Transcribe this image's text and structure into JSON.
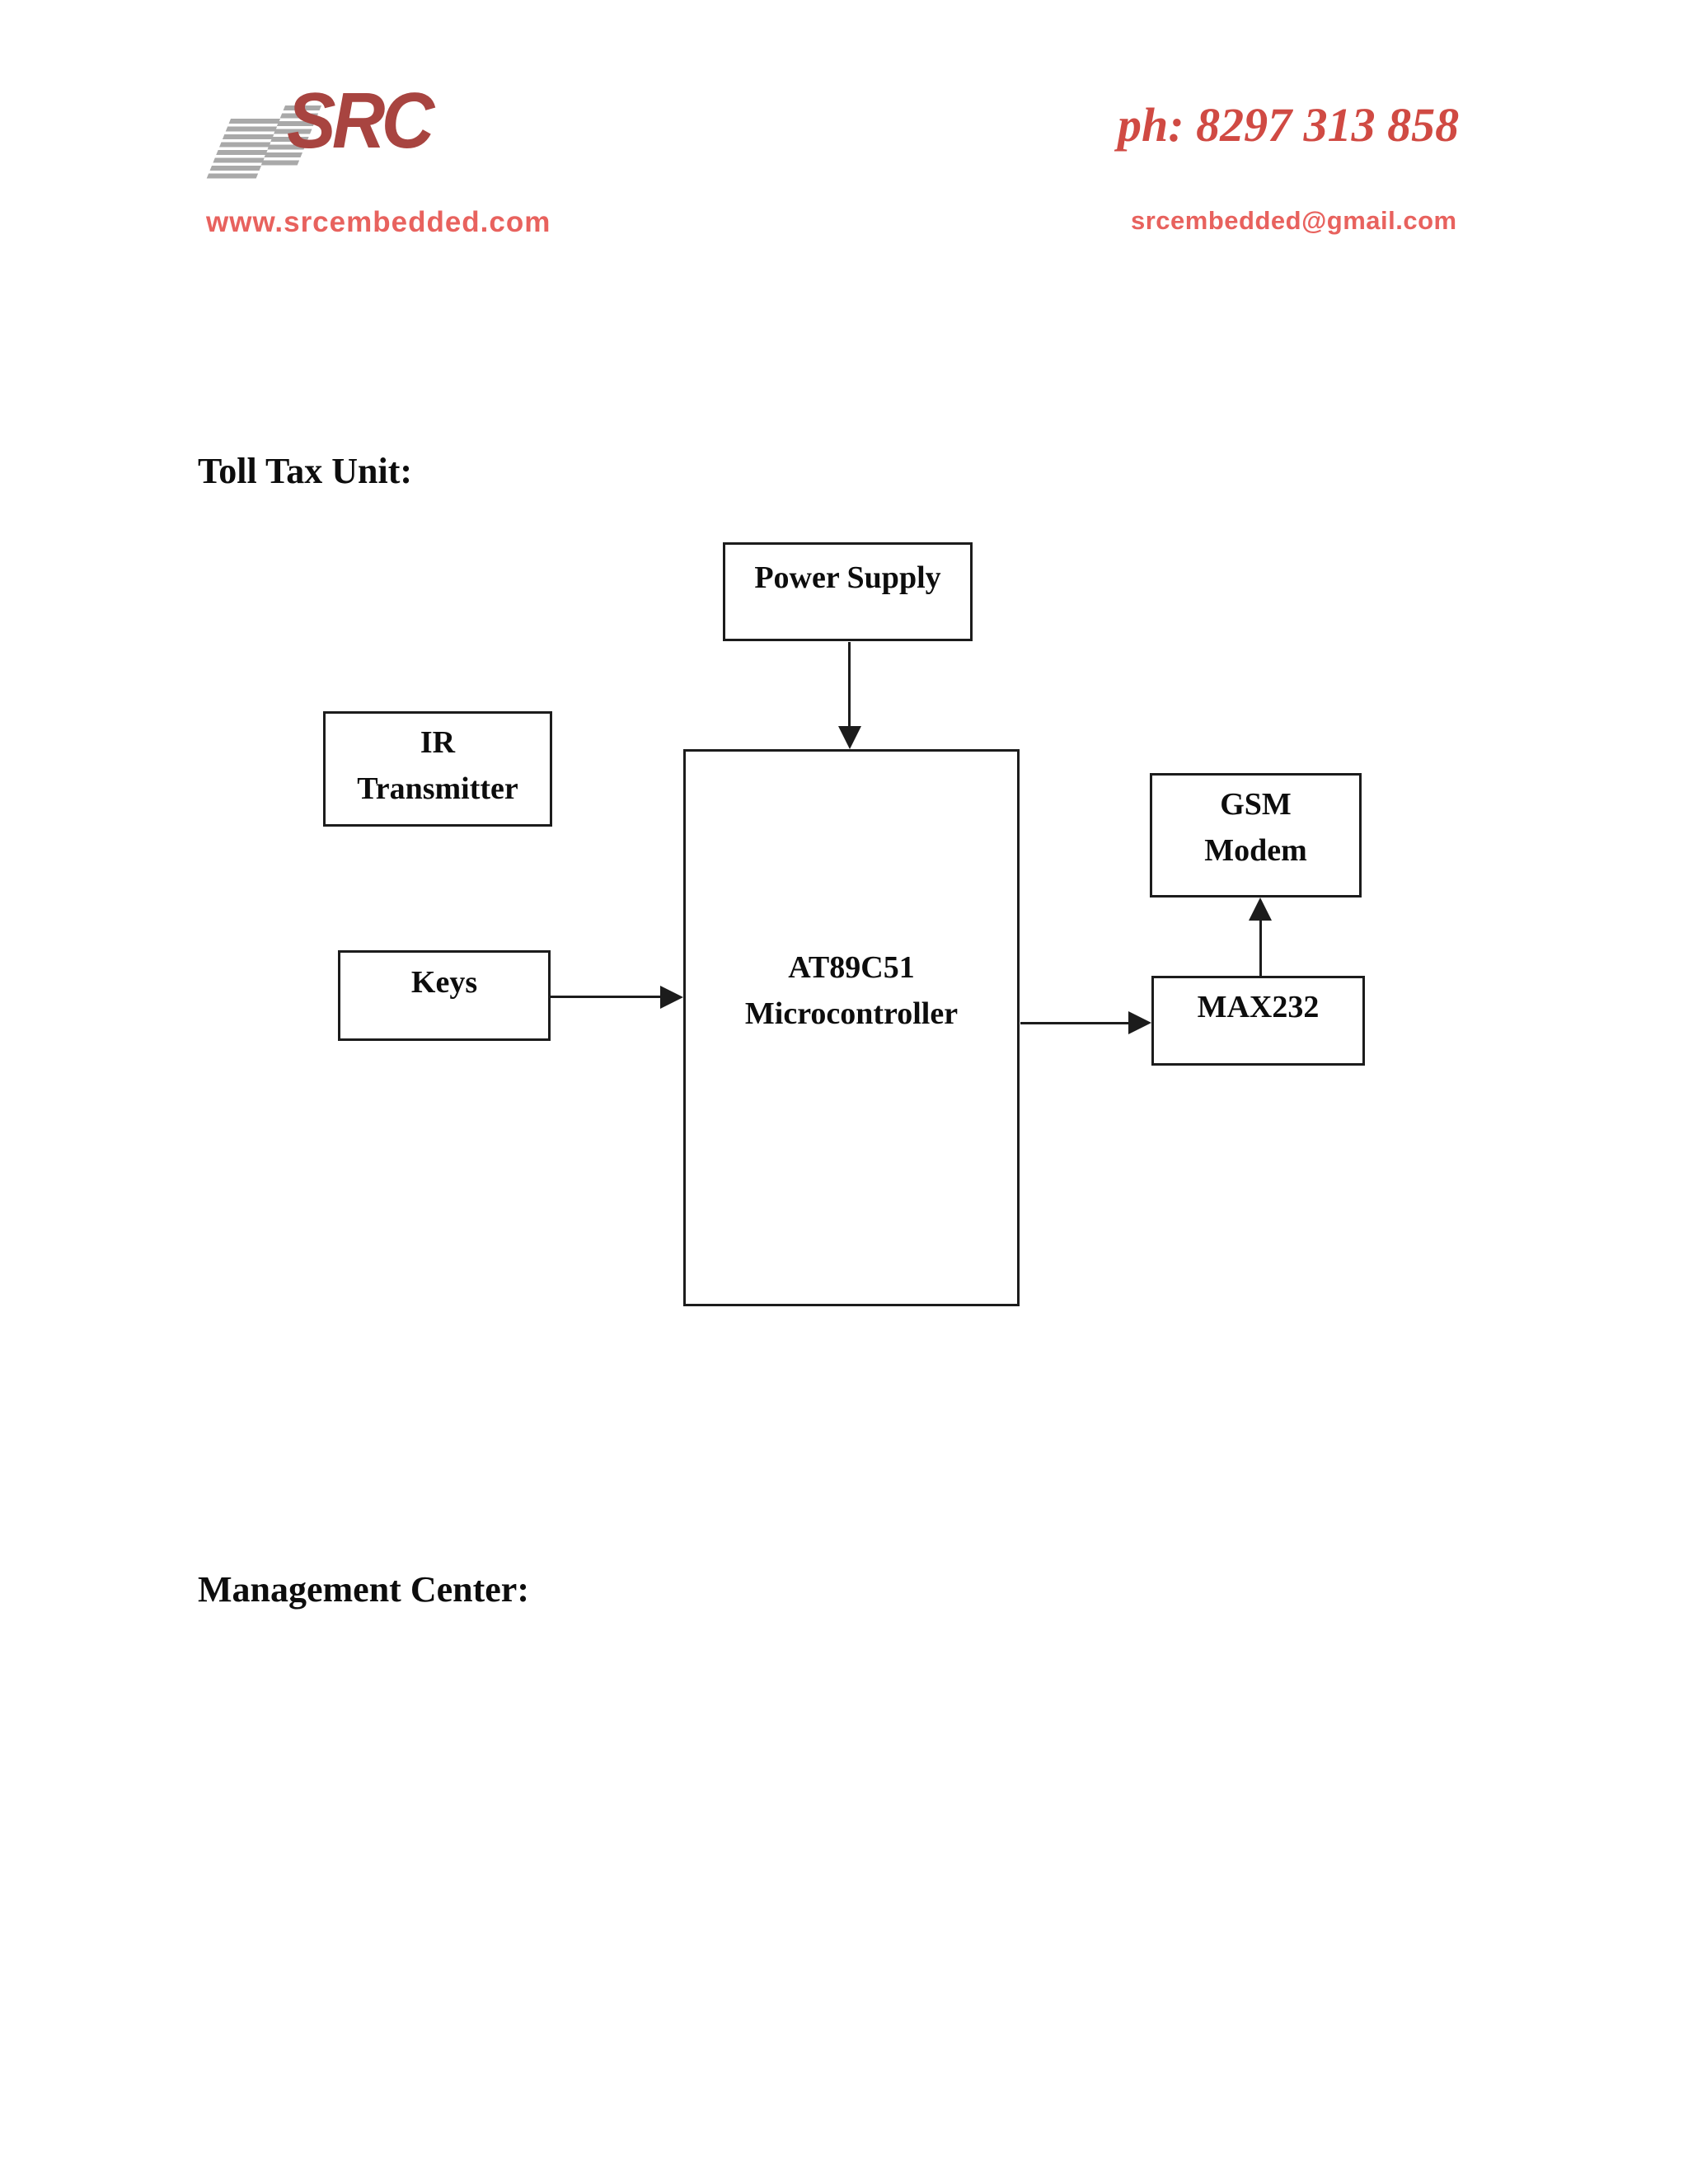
{
  "colors": {
    "logo_red": "#a84440",
    "stripe_gray": "#a9a9a9",
    "brand_red": "#e8625e",
    "phone_red": "#d04a43",
    "ink": "#1c1c1c",
    "page_bg": "#ffffff"
  },
  "letterhead": {
    "logo_text": "SRC",
    "website": "www.srcembedded.com",
    "phone": "ph: 8297 313 858",
    "email": "srcembedded@gmail.com"
  },
  "sections": {
    "toll_tax": {
      "title": "Toll Tax Unit:"
    },
    "management": {
      "title": "Management Center:"
    }
  },
  "diagram": {
    "power_supply": {
      "label": "Power Supply"
    },
    "ir_transmitter": {
      "line1": "IR",
      "line2": "Transmitter"
    },
    "keys": {
      "label": "Keys"
    },
    "microcontroller": {
      "line1": "AT89C51",
      "line2": "Microcontroller"
    },
    "gsm_modem": {
      "line1": "GSM",
      "line2": "Modem"
    },
    "max232": {
      "label": "MAX232"
    }
  }
}
